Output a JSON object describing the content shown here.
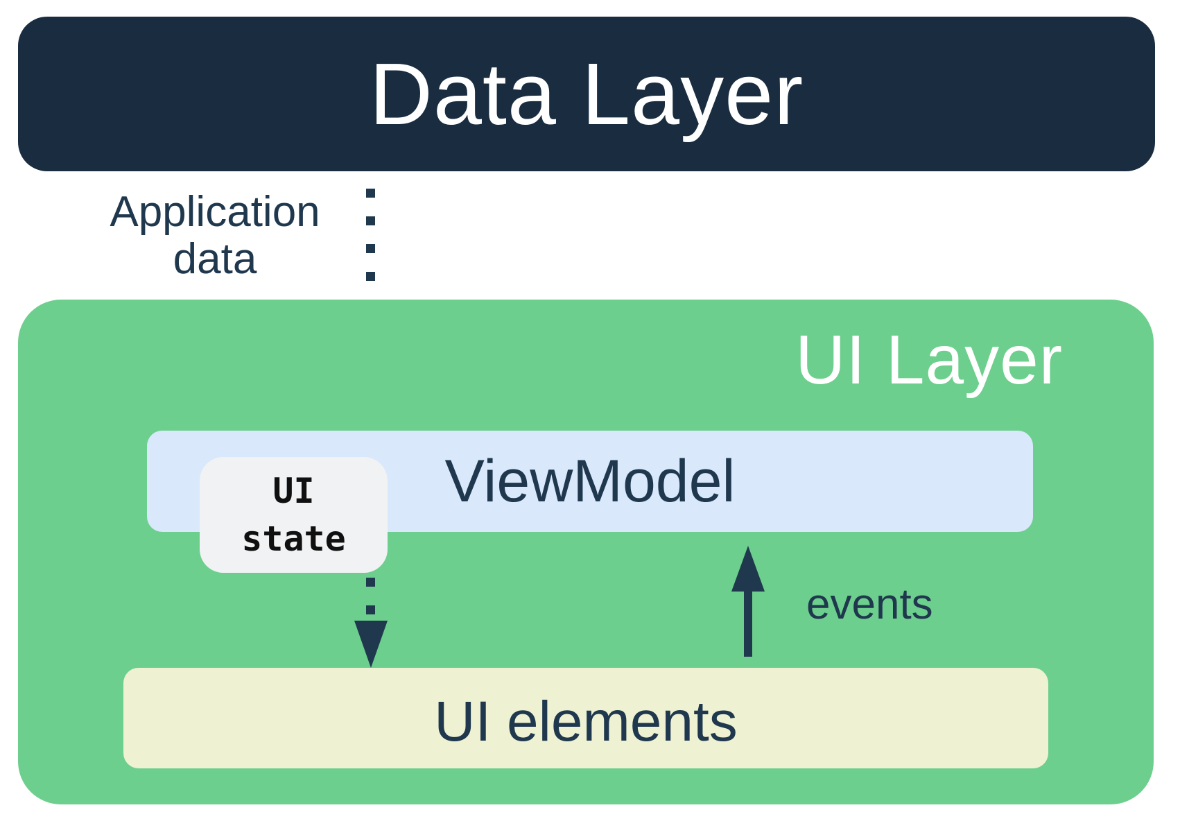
{
  "data_layer": {
    "label": "Data Layer"
  },
  "ui_layer": {
    "label": "UI Layer"
  },
  "viewmodel": {
    "label": "ViewModel"
  },
  "ui_state": {
    "line1": "UI",
    "line2": "state"
  },
  "ui_elements": {
    "label": "UI elements"
  },
  "edges": {
    "application_data": {
      "line1": "Application",
      "line2": "data"
    },
    "events": {
      "label": "events"
    }
  },
  "colors": {
    "navy_box": "#1A2D40",
    "navy_ink": "#20384E",
    "green": "#6DCF8D",
    "light_blue": "#D9E8FB",
    "cream": "#EEF2D2",
    "light_gray": "#F0F2F3",
    "white": "#FFFFFF",
    "black": "#101010"
  }
}
